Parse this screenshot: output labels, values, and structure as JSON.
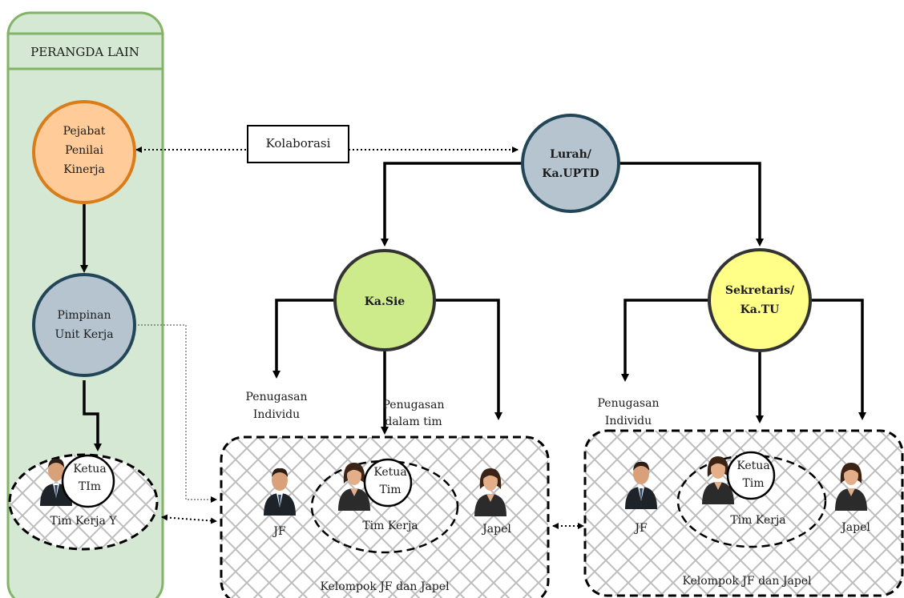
{
  "panel": {
    "title": "PERANGDA LAIN"
  },
  "nodes": {
    "pejabat": [
      "Pejabat",
      "Penilai",
      "Kinerja"
    ],
    "pimpinan": [
      "Pimpinan",
      "Unit Kerja"
    ],
    "lurah": [
      "Lurah/",
      "Ka.UPTD"
    ],
    "kasie": [
      "Ka.Sie"
    ],
    "sekretaris": [
      "Sekretaris/",
      "Ka.TU"
    ]
  },
  "kolaborasi": "Kolaborasi",
  "tim_kerja_y": {
    "ketua": [
      "Ketua",
      "TIm"
    ],
    "label": "Tim Kerja Y"
  },
  "group_left": {
    "penugasan_individu": [
      "Penugasan",
      "Individu"
    ],
    "penugasan_tim": [
      "Penugasan",
      "dalam tim"
    ],
    "jf": "JF",
    "ketua": [
      "Ketua",
      "Tim"
    ],
    "tim_kerja": "Tim Kerja",
    "japel": "Japel",
    "group_label": "Kelompok JF dan Japel"
  },
  "group_right": {
    "penugasan_individu": [
      "Penugasan",
      "Individu"
    ],
    "jf": "JF",
    "ketua": [
      "Ketua",
      "Tim"
    ],
    "tim_kerja": "Tim Kerja",
    "japel": "Japel",
    "group_label": "Kelompok JF dan Japel"
  },
  "colors": {
    "panel_fill": "#d5e8d4",
    "panel_stroke": "#82b366",
    "orange": "#ffcc99",
    "orange_stroke": "#d97c1a",
    "slate": "#b6c4d0",
    "slate_stroke": "#234558",
    "green": "#cdeb8b",
    "yellow": "#ffff88"
  }
}
